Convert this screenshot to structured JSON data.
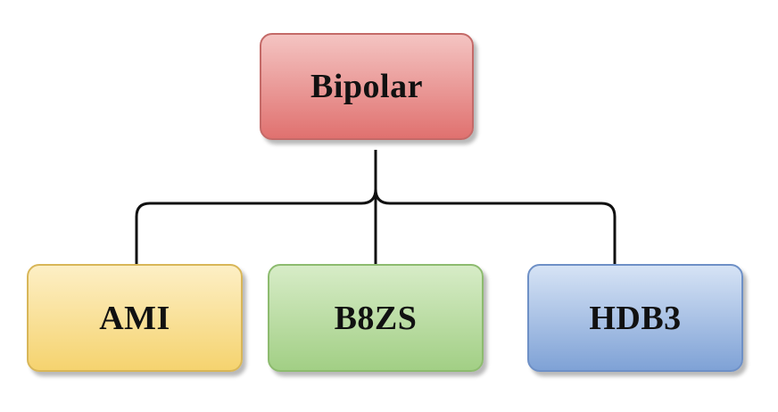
{
  "diagram": {
    "type": "tree",
    "root": {
      "label": "Bipolar"
    },
    "children": [
      {
        "label": "AMI"
      },
      {
        "label": "B8ZS"
      },
      {
        "label": "HDB3"
      }
    ]
  },
  "colors": {
    "root_fill": "#e0716f",
    "ami_fill": "#f5d36f",
    "b8zs_fill": "#a2cf85",
    "hdb3_fill": "#7fa2d6",
    "connector": "#111111"
  }
}
